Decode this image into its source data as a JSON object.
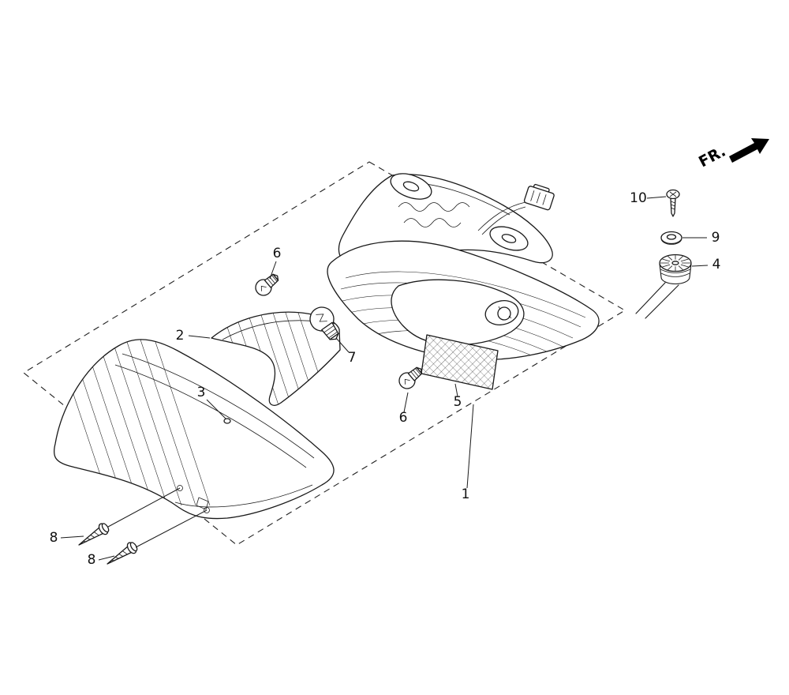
{
  "page": {
    "background": "#ffffff",
    "ink": "#1a1a1a"
  },
  "direction_indicator": {
    "label": "FR."
  },
  "callouts": [
    {
      "label": "1"
    },
    {
      "label": "2"
    },
    {
      "label": "3"
    },
    {
      "label": "4"
    },
    {
      "label": "5"
    },
    {
      "label": "6"
    },
    {
      "label": "6"
    },
    {
      "label": "7"
    },
    {
      "label": "8"
    },
    {
      "label": "8"
    },
    {
      "label": "9"
    },
    {
      "label": "10"
    }
  ]
}
